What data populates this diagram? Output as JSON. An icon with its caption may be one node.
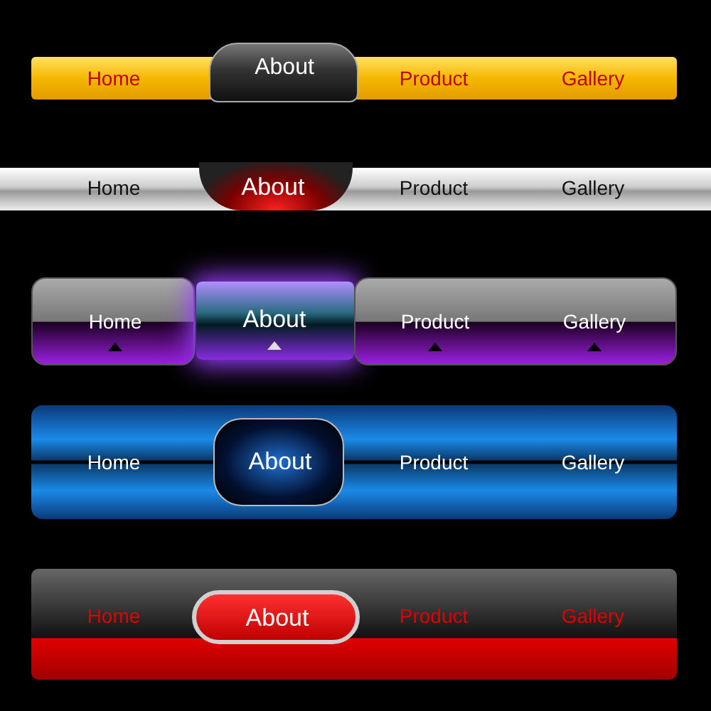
{
  "diagram": {
    "nodes": [
      {
        "text": [
          "Home",
          "Product",
          "Gallery"
        ]
      },
      {
        "text": [
          "About"
        ],
        "in": 0
      },
      {
        "text": [
          "Home",
          "Product",
          "Gallery"
        ]
      },
      {
        "text": [
          "About"
        ],
        "in": 2
      },
      {
        "text": [
          "Home"
        ]
      },
      {
        "text": [
          "About"
        ]
      },
      {
        "text": [
          "Product",
          "Gallery"
        ]
      },
      {
        "text": [
          "Home",
          "Product",
          "Gallery"
        ]
      },
      {
        "text": [
          "About"
        ],
        "in": 7
      },
      {
        "text": [
          "Home",
          "Product",
          "Gallery"
        ]
      },
      {
        "text": [
          "About"
        ],
        "in": 9
      }
    ]
  }
}
